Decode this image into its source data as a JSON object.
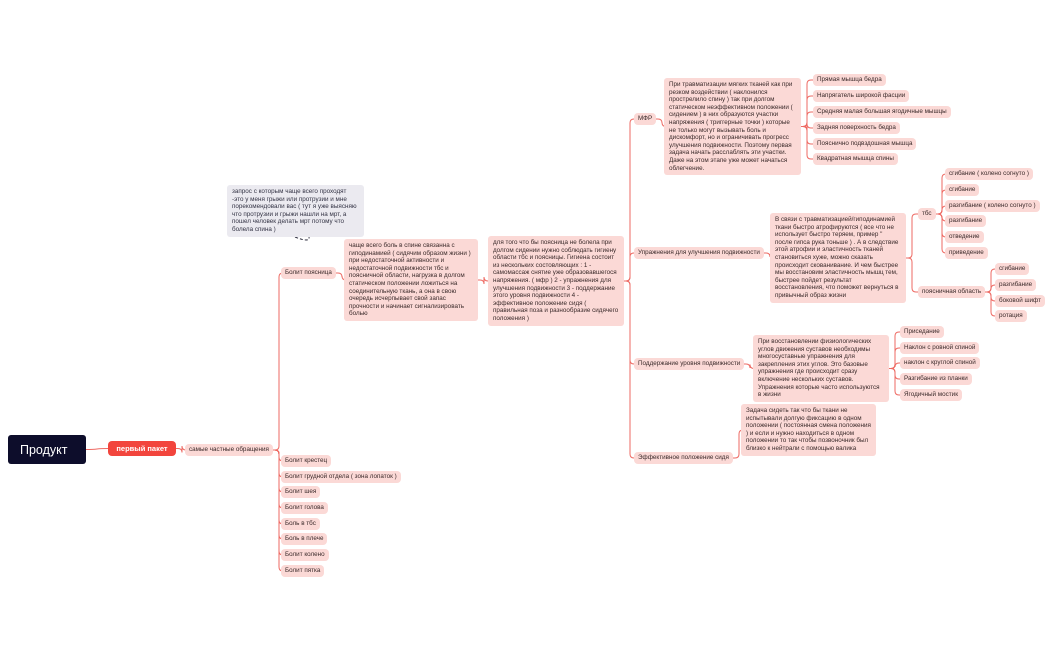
{
  "root": {
    "label": "Продукт"
  },
  "package": {
    "label": "первый пакет"
  },
  "common": {
    "label": "самые частные обращения"
  },
  "note": {
    "text": "запрос с которым чаще всего проходят -это у меня грыжи или протрузии и мне порекомендовали вас ( тут я уже выясняю что протрузии и грыжи нашли на мрт, а пошел человек делать мрт потому что болела спина )"
  },
  "back_pain": {
    "label": "Болит поясница",
    "cause": "чаще всего боль в спине связанна с гиподинамией ( сидячим образом жизни ) при недостаточной активности и недостаточной подвижности тбс и поясничной области, нагрузка в долгом статическом положении ложиться на соединительную ткань, а она в свою очередь исчерпывает свой запас прочности и начинает сигнализировать болью",
    "plan": "для того что бы поясница не болела при долгом сидении нужно соблюдать гигиену области тбс и поясницы. Гигиена состоит из нескольких состовляющих : 1 - самомассаж снятие уже образовавшегося напряжения. ( мфр ) 2 - упражнения для улучшения подвижности 3 - поддержание этого уровня подвижности 4 - эффективное положение сидя ( правильная поза и разнообразие сидячего положения )",
    "mfr": {
      "label": "МФР",
      "desc": "При травматизации мягких тканей как при резком воздействии ( наклонился прострелило спину ) так при долгом статическом неэффективном положении ( сидением ) в них образуются участки напряжения ( триггерные точки ) которые не только могут вызывать боль и дискомфорт, но и ограничивать прогресс улучшения подвижности. Поэтому первая задача начать расслаблять эти участки. Даже на этом этапе уже может начаться облегчение.",
      "items": [
        "Прямая мышца бедра",
        "Напрягатель широкой фасции",
        "Средняя малая большая ягодичные мышцы",
        "Задняя поверхность бедра",
        "Пояснично подвздошная мышца",
        "Квадратная мышца спины"
      ]
    },
    "mobility": {
      "label": "Упражнения для улучшения подвижности",
      "desc": "В связи с травматизацией/гиподинамией ткани быстро атрофируются ( все что не использует быстро теряем, пример \" после гипса рука тоньше ) . А в следствие этой атрофии и эластичность тканей становиться хуже, можно сказать происходит скованивание. И чем быстрее мы восстановим эластичность мышц тем, быстрее пойдет результат восстановления, что поможет вернуться в привычный образ жизни",
      "hip": {
        "label": "тбс",
        "items": [
          "сгибание ( колено согнуто )",
          "сгибание",
          "разгибание ( колено согнуто )",
          "разгибание",
          "отведение",
          "приведение"
        ]
      },
      "lumbar": {
        "label": "поясничная область",
        "items": [
          "сгибание",
          "разгибание",
          "боковой шифт",
          "ротация"
        ]
      }
    },
    "maintain": {
      "label": "Поддержание уровня подвижности",
      "desc": "При восстановлении физиологических углов движения суставов необходимы многосуставные упражнения для закрепления этих углов. Это базовые упражнения где происходит сразу включение нескольких суставов. Упражнения которые часто используются в жизни",
      "items": [
        "Приседание",
        "Наклон с ровной спиной",
        "наклон с круглой спиной",
        "Разгибание из планки",
        "Ягодичный мостик"
      ]
    },
    "sitting": {
      "label": "Эффективное положение сидя",
      "desc": "Задача сидеть так что бы ткани не испытывали долгую фиксацию в одном положении ( постоянная смена положения ) и если и нужно находиться в одном положении то так чтобы позвоночник был близко к нейтрали с помощью валика"
    }
  },
  "others": [
    "Болит крестец",
    "Болит грудной отдела ( зона лопаток )",
    "Болит шея",
    "Болит голова",
    "Боль в тбс",
    "Боль в плече",
    "Болит колено",
    "Болит пятка"
  ],
  "colors": {
    "root": "#0d0d2b",
    "accent": "#f2453d",
    "node": "#fbd9d6",
    "line": "#ee6a63",
    "note": "#ebeaf0"
  }
}
